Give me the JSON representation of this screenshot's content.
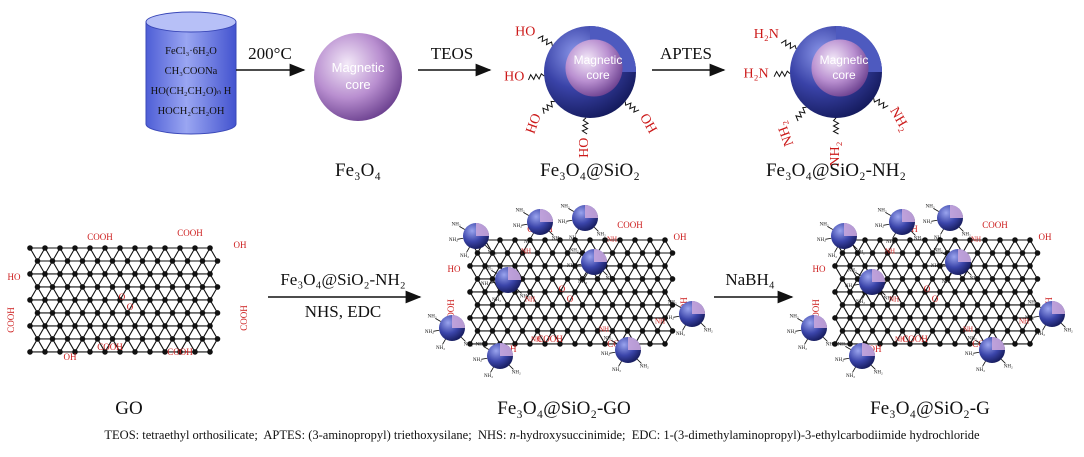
{
  "reagents": [
    "FeCl₃·6H₂O",
    "CH₃COONa",
    "HO(CH₂CH₂O)ₙ H",
    "HOCH₂CH₂OH"
  ],
  "core_label": [
    "Magnetic",
    "core"
  ],
  "steps": {
    "s1": "200°C",
    "s2": "TEOS",
    "s3": "APTES",
    "s4_top": "Fe₃O₄@SiO₂-NH₂",
    "s4_bottom": "NHS, EDC",
    "s5": "NaBH₄"
  },
  "products": {
    "fe3o4": "Fe₃O₄",
    "fe3o4_sio2": "Fe₃O₄@SiO₂",
    "fe3o4_sio2_nh2": "Fe₃O₄@SiO₂-NH₂",
    "go": "GO",
    "fe3o4_sio2_go": "Fe₃O₄@SiO₂-GO",
    "fe3o4_sio2_g": "Fe₃O₄@SiO₂-G"
  },
  "groups": {
    "ho": "HO",
    "oh": "OH",
    "h2n": "H₂N",
    "nh2": "NH₂",
    "cooh": "COOH",
    "nh": "NH",
    "o": "O"
  },
  "caption": {
    "teos": "TEOS: tetraethyl orthosilicate;",
    "aptes": "APTES: (3-aminopropyl) triethoxysilane;",
    "nhs_prefix": "NHS: ",
    "nhs_italic": "n",
    "nhs_rest": "-hydroxysuccinimide;",
    "edc": "EDC: 1-(3-dimethylaminopropyl)-3-ethylcarbodiimide hydrochloride"
  },
  "colors": {
    "red": "#cc1a1a",
    "sphere_dark": "#2a2f8c",
    "sphere_light": "#6a78d8",
    "core_light": "#e9d9f2",
    "core_dark": "#7a4f9e",
    "cylinder": "#6f7fe6",
    "lattice": "#111111"
  }
}
